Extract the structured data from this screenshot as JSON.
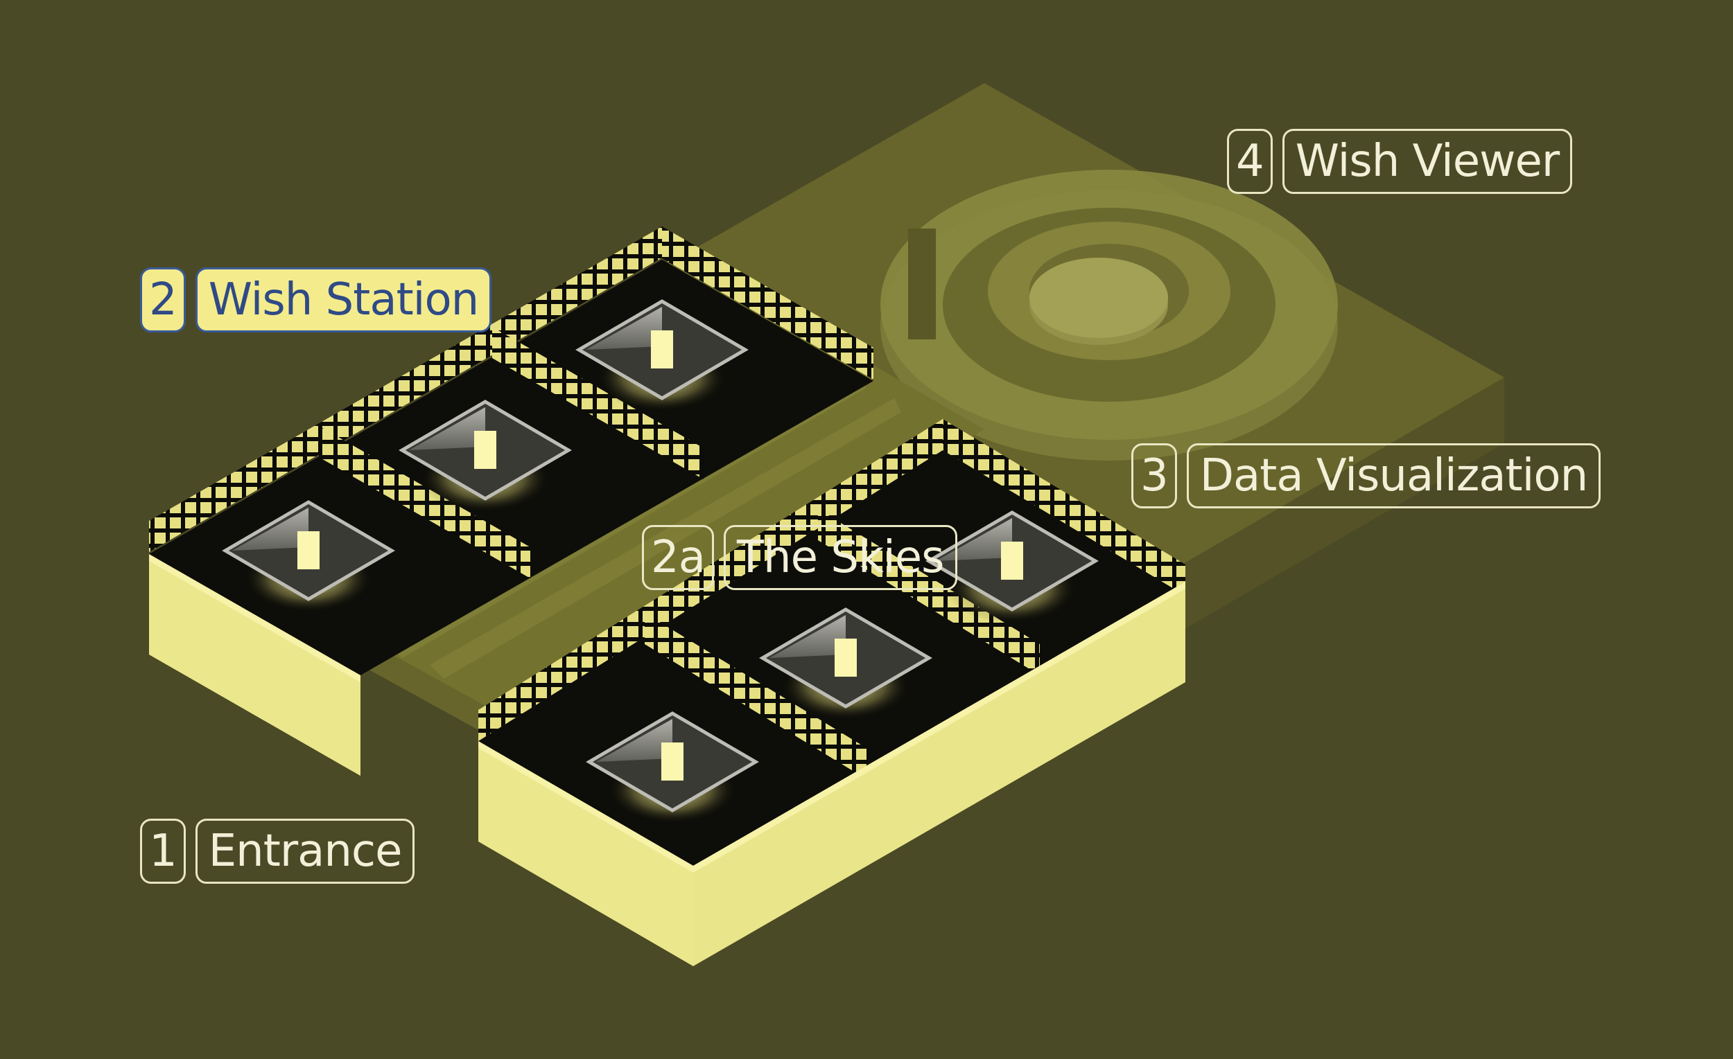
{
  "colors": {
    "background": "#4b4a26",
    "wall": "#e9e58a",
    "wall_top": "#f3ef9c",
    "platform": "#6b6a2e",
    "highlight_fill": "#f4ec8c",
    "highlight_text": "#2f4a86",
    "label_border": "#e9e7c3"
  },
  "labels": {
    "entrance": {
      "number": "1",
      "text": "Entrance"
    },
    "wish_station": {
      "number": "2",
      "text": "Wish Station"
    },
    "the_skies": {
      "number": "2a",
      "text": "The Skies"
    },
    "data_visualization": {
      "number": "3",
      "text": "Data Visualization"
    },
    "wish_viewer": {
      "number": "4",
      "text": "Wish Viewer"
    }
  },
  "active_label": "wish_station"
}
